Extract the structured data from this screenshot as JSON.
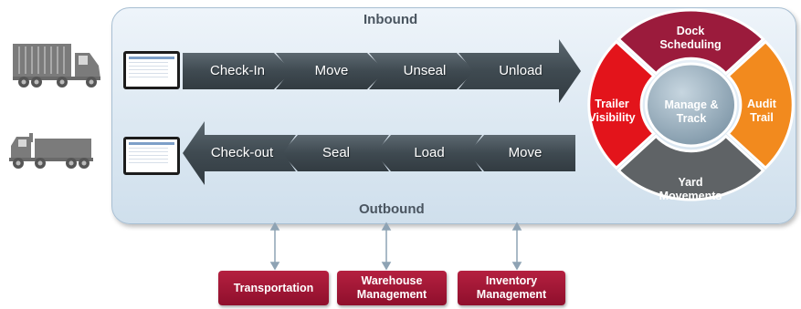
{
  "inbound": {
    "heading": "Inbound",
    "steps": [
      "Check-In",
      "Move",
      "Unseal",
      "Unload"
    ]
  },
  "outbound": {
    "heading": "Outbound",
    "steps": [
      "Check-out",
      "Seal",
      "Load",
      "Move"
    ]
  },
  "wheel": {
    "center": "Manage & Track",
    "segments": {
      "top": "Dock Scheduling",
      "right": "Audit Trail",
      "bottom": "Yard Movements",
      "left": "Trailer Visibility"
    }
  },
  "systems": [
    "Transportation",
    "Warehouse Management",
    "Inventory Management"
  ],
  "colors": {
    "arrow": "#3f4a51",
    "segment_top": "#9b1b3c",
    "segment_right": "#f28a1e",
    "segment_bottom": "#5f6366",
    "segment_left": "#e3141b",
    "center": "#8ea7b8",
    "system_box": "#9e1535"
  },
  "icons": [
    "container-truck-icon",
    "semi-truck-icon",
    "monitor-icon"
  ]
}
